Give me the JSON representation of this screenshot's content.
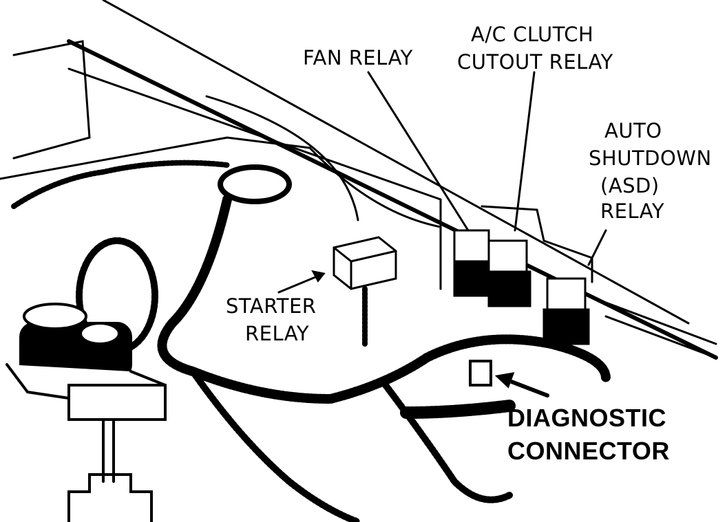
{
  "labels": {
    "fan_relay": "FAN RELAY",
    "ac_clutch_line1": "A/C CLUTCH",
    "ac_clutch_line2": "CUTOUT RELAY",
    "asd_line1": "AUTO",
    "asd_line2": "SHUTDOWN",
    "asd_line3": "(ASD)",
    "asd_line4": "RELAY",
    "starter_line1": "STARTER",
    "starter_line2": "RELAY",
    "diag_line1": "DIAGNOSTIC",
    "diag_line2": "CONNECTOR"
  },
  "colors": {
    "ink": "#000000",
    "paper": "#ffffff"
  }
}
